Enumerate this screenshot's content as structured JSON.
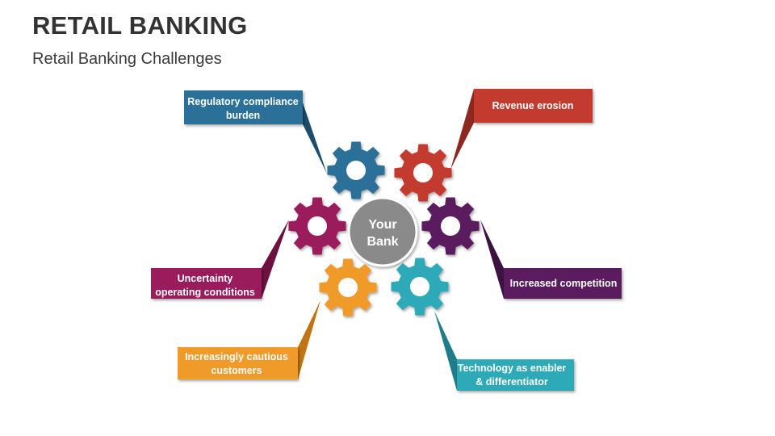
{
  "header": {
    "title": "RETAIL BANKING",
    "subtitle": "Retail Banking Challenges"
  },
  "center": {
    "line1": "Your",
    "line2": "Bank",
    "color": "#8a8a8a"
  },
  "challenges": [
    {
      "id": "regulatory",
      "lines": [
        "Regulatory compliance",
        "burden"
      ],
      "color": "#2a6f98",
      "dark": "#1b4d6b"
    },
    {
      "id": "revenue",
      "lines": [
        "Revenue  erosion"
      ],
      "color": "#c23a2f",
      "dark": "#8c2820"
    },
    {
      "id": "uncertainty",
      "lines": [
        "Uncertainty",
        "operating  conditions"
      ],
      "color": "#9a1b5b",
      "dark": "#6d1240"
    },
    {
      "id": "competition",
      "lines": [
        "Increased competition"
      ],
      "color": "#5a1f5e",
      "dark": "#3c1240"
    },
    {
      "id": "customers",
      "lines": [
        "Increasingly cautious",
        "customers"
      ],
      "color": "#f09a2a",
      "dark": "#c27412"
    },
    {
      "id": "technology",
      "lines": [
        "Technology as enabler",
        "& differentiator"
      ],
      "color": "#2fa9b8",
      "dark": "#1f7d89"
    }
  ]
}
